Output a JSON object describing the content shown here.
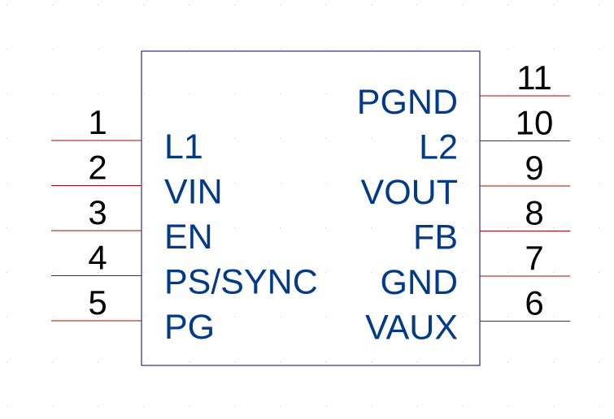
{
  "colors": {
    "background": "#ffffff",
    "body_outline": "#00007f",
    "pin_line": "#bf0000",
    "pin_name": "#003a8c",
    "pin_number": "#000000",
    "grid_dot": "#c8c8c8"
  },
  "component": {
    "left_pins": [
      {
        "number": "1",
        "name": "L1"
      },
      {
        "number": "2",
        "name": "VIN"
      },
      {
        "number": "3",
        "name": "EN"
      },
      {
        "number": "4",
        "name": "PS/SYNC"
      },
      {
        "number": "5",
        "name": "PG"
      }
    ],
    "right_pins": [
      {
        "number": "11",
        "name": "PGND"
      },
      {
        "number": "10",
        "name": "L2"
      },
      {
        "number": "9",
        "name": "VOUT"
      },
      {
        "number": "8",
        "name": "FB"
      },
      {
        "number": "7",
        "name": "GND"
      },
      {
        "number": "6",
        "name": "VAUX"
      }
    ]
  }
}
